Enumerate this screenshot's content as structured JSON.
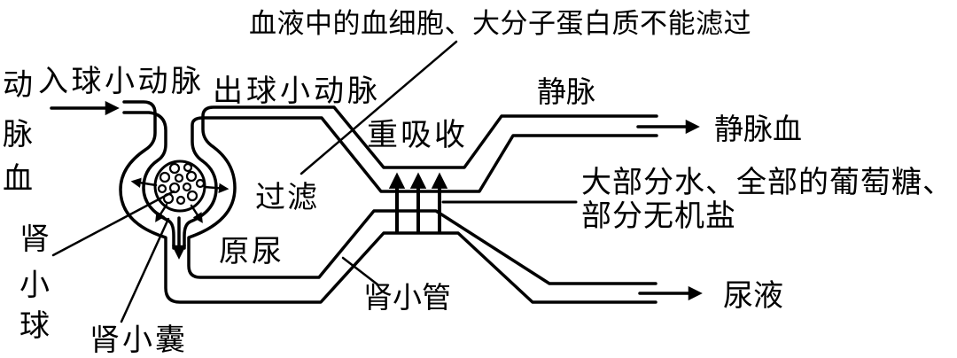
{
  "diagram": {
    "top_note": "血液中的血细胞、大分子蛋白质不能滤过",
    "labels": {
      "arterial_blood": {
        "text": "动脉血",
        "chars": [
          "动",
          "脉",
          "血"
        ]
      },
      "afferent_arteriole": "入球小动脉",
      "efferent_arteriole": "出球小动脉",
      "glomerulus": {
        "text": "肾小球",
        "chars": [
          "肾",
          "小",
          "球"
        ]
      },
      "bowmans_capsule": "肾小囊",
      "filtration": "过滤",
      "primary_urine": "原尿",
      "reabsorption": "重吸收",
      "renal_tubule": "肾小管",
      "vein": "静脉",
      "venous_blood": "静脉血",
      "reabsorbed_line1": "大部分水、全部的葡萄糖、",
      "reabsorbed_line2": "部分无机盐",
      "urine": "尿液"
    },
    "colors": {
      "ink": "#000000",
      "background": "#ffffff"
    }
  }
}
